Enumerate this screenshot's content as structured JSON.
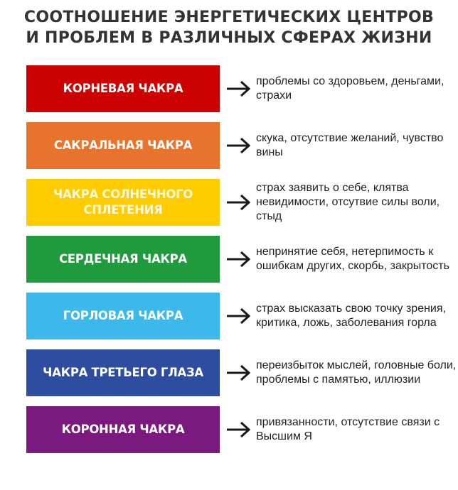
{
  "title": {
    "line1": "СООТНОШЕНИЕ ЭНЕРГЕТИЧЕСКИХ ЦЕНТРОВ",
    "line2": "И ПРОБЛЕМ В РАЗЛИЧНЫХ СФЕРАХ ЖИЗНИ"
  },
  "rows": [
    {
      "chakra": "КОРНЕВАЯ ЧАКРА",
      "color": "#cc0000",
      "text_color": "#ffffff",
      "arrow_icon": "arrow-right-icon",
      "description": "проблемы со здоровьем, деньгами, страхи"
    },
    {
      "chakra": "САКРАЛЬНАЯ ЧАКРА",
      "color": "#e8732c",
      "text_color": "#ffffff",
      "arrow_icon": "arrow-right-icon",
      "description": "скука, отсутствие желаний, чувство вины"
    },
    {
      "chakra": "ЧАКРА СОЛНЕЧНОГО СПЛЕТЕНИЯ",
      "color": "#ffcc00",
      "text_color": "#fff9dc",
      "arrow_icon": "arrow-right-icon",
      "description": "страх заявить о себе, клятва невидимости, отсутвие силы воли, стыд"
    },
    {
      "chakra": "СЕРДЕЧНАЯ ЧАКРА",
      "color": "#1f9a3c",
      "text_color": "#ffffff",
      "arrow_icon": "arrow-right-icon",
      "description": "непринятие себя, нетерпимость к ошибкам других, скорбь, закрытость"
    },
    {
      "chakra": "ГОРЛОВАЯ ЧАКРА",
      "color": "#3cb8ea",
      "text_color": "#ffffff",
      "arrow_icon": "arrow-right-icon",
      "description": "страх высказать свою точку зрения, критика, ложь, заболевания горла"
    },
    {
      "chakra": "ЧАКРА ТРЕТЬЕГО ГЛАЗА",
      "color": "#2e4d9e",
      "text_color": "#ffffff",
      "arrow_icon": "arrow-right-icon",
      "description": "переизбыток мыслей, головные боли, проблемы с памятью, иллюзии"
    },
    {
      "chakra": "КОРОННАЯ ЧАКРА",
      "color": "#7a1a7e",
      "text_color": "#ffffff",
      "arrow_icon": "arrow-right-icon",
      "description": "привязанности, отсутствие связи с Высшим Я"
    }
  ]
}
